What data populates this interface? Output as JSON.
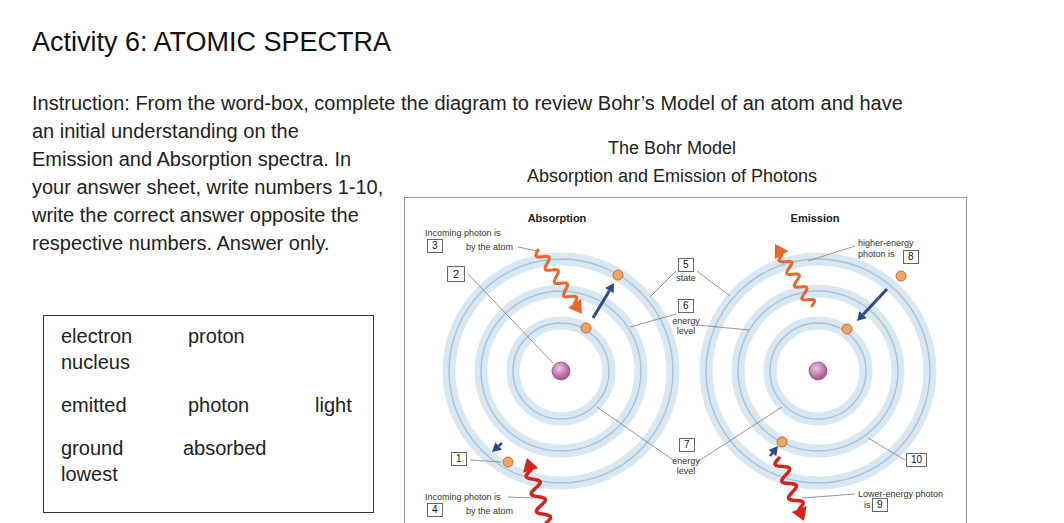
{
  "diagram": {
    "title": "Activity 6: ATOMIC SPECTRA",
    "nodes": [
      {
        "text": [
          "1"
        ]
      },
      {
        "text": [
          "2"
        ]
      },
      {
        "text": [
          "3"
        ]
      },
      {
        "text": [
          "4"
        ]
      },
      {
        "text": [
          "5"
        ]
      },
      {
        "text": [
          "6"
        ]
      },
      {
        "text": [
          "7"
        ]
      },
      {
        "text": [
          "8"
        ]
      },
      {
        "text": [
          "9"
        ]
      },
      {
        "text": [
          "10"
        ]
      },
      {
        "text": [
          "electron",
          "proton",
          "nucleus",
          "emitted",
          "photon",
          "light",
          "ground",
          "absorbed",
          "lowest"
        ]
      }
    ],
    "labels": [
      "Instruction: From the word-box, complete the diagram to review Bohr’s Model of an atom and have an initial understanding on the Emission and Absorption spectra. In your answer sheet, write numbers 1-10, write the correct answer opposite the respective numbers. Answer only.",
      "The Bohr Model",
      "Absorption and Emission of Photons",
      "Absorption",
      "Emission",
      "Incoming photon is",
      "by the atom",
      "state",
      "energy level",
      "energy level",
      "higher-energy",
      "photon is",
      "Lower-energy photon",
      "is",
      "Incoming photon is",
      "by the atom"
    ]
  }
}
